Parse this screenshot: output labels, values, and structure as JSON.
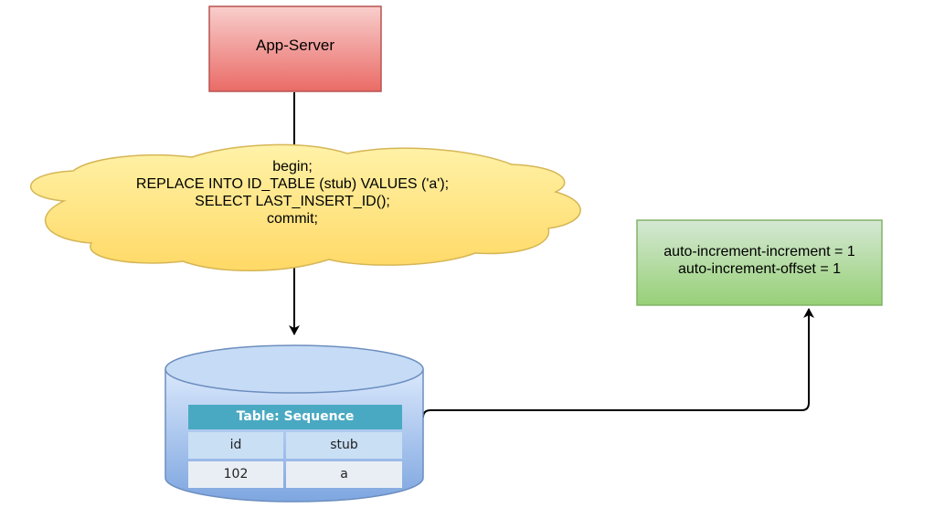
{
  "app_server": {
    "label": "App-Server"
  },
  "sql_cloud": {
    "lines": [
      "begin;",
      "REPLACE INTO ID_TABLE (stub) VALUES ('a');",
      "SELECT LAST_INSERT_ID();",
      "commit;"
    ]
  },
  "config_box": {
    "lines": [
      "auto-increment-increment = 1",
      "auto-increment-offset = 1"
    ]
  },
  "sequence_table": {
    "title": "Table: Sequence",
    "columns": [
      "id",
      "stub"
    ],
    "rows": [
      [
        "102",
        "a"
      ]
    ]
  },
  "colors": {
    "app_server_fill": "#f4a3a3",
    "app_server_stroke": "#b85450",
    "cloud_fill": "#ffe675",
    "cloud_stroke": "#d6b656",
    "config_fill": "#a6d88a",
    "config_stroke": "#82b366",
    "db_fill": "#b6cff1",
    "db_stroke": "#6c8ebf",
    "table_header": "#4aa9c2"
  }
}
